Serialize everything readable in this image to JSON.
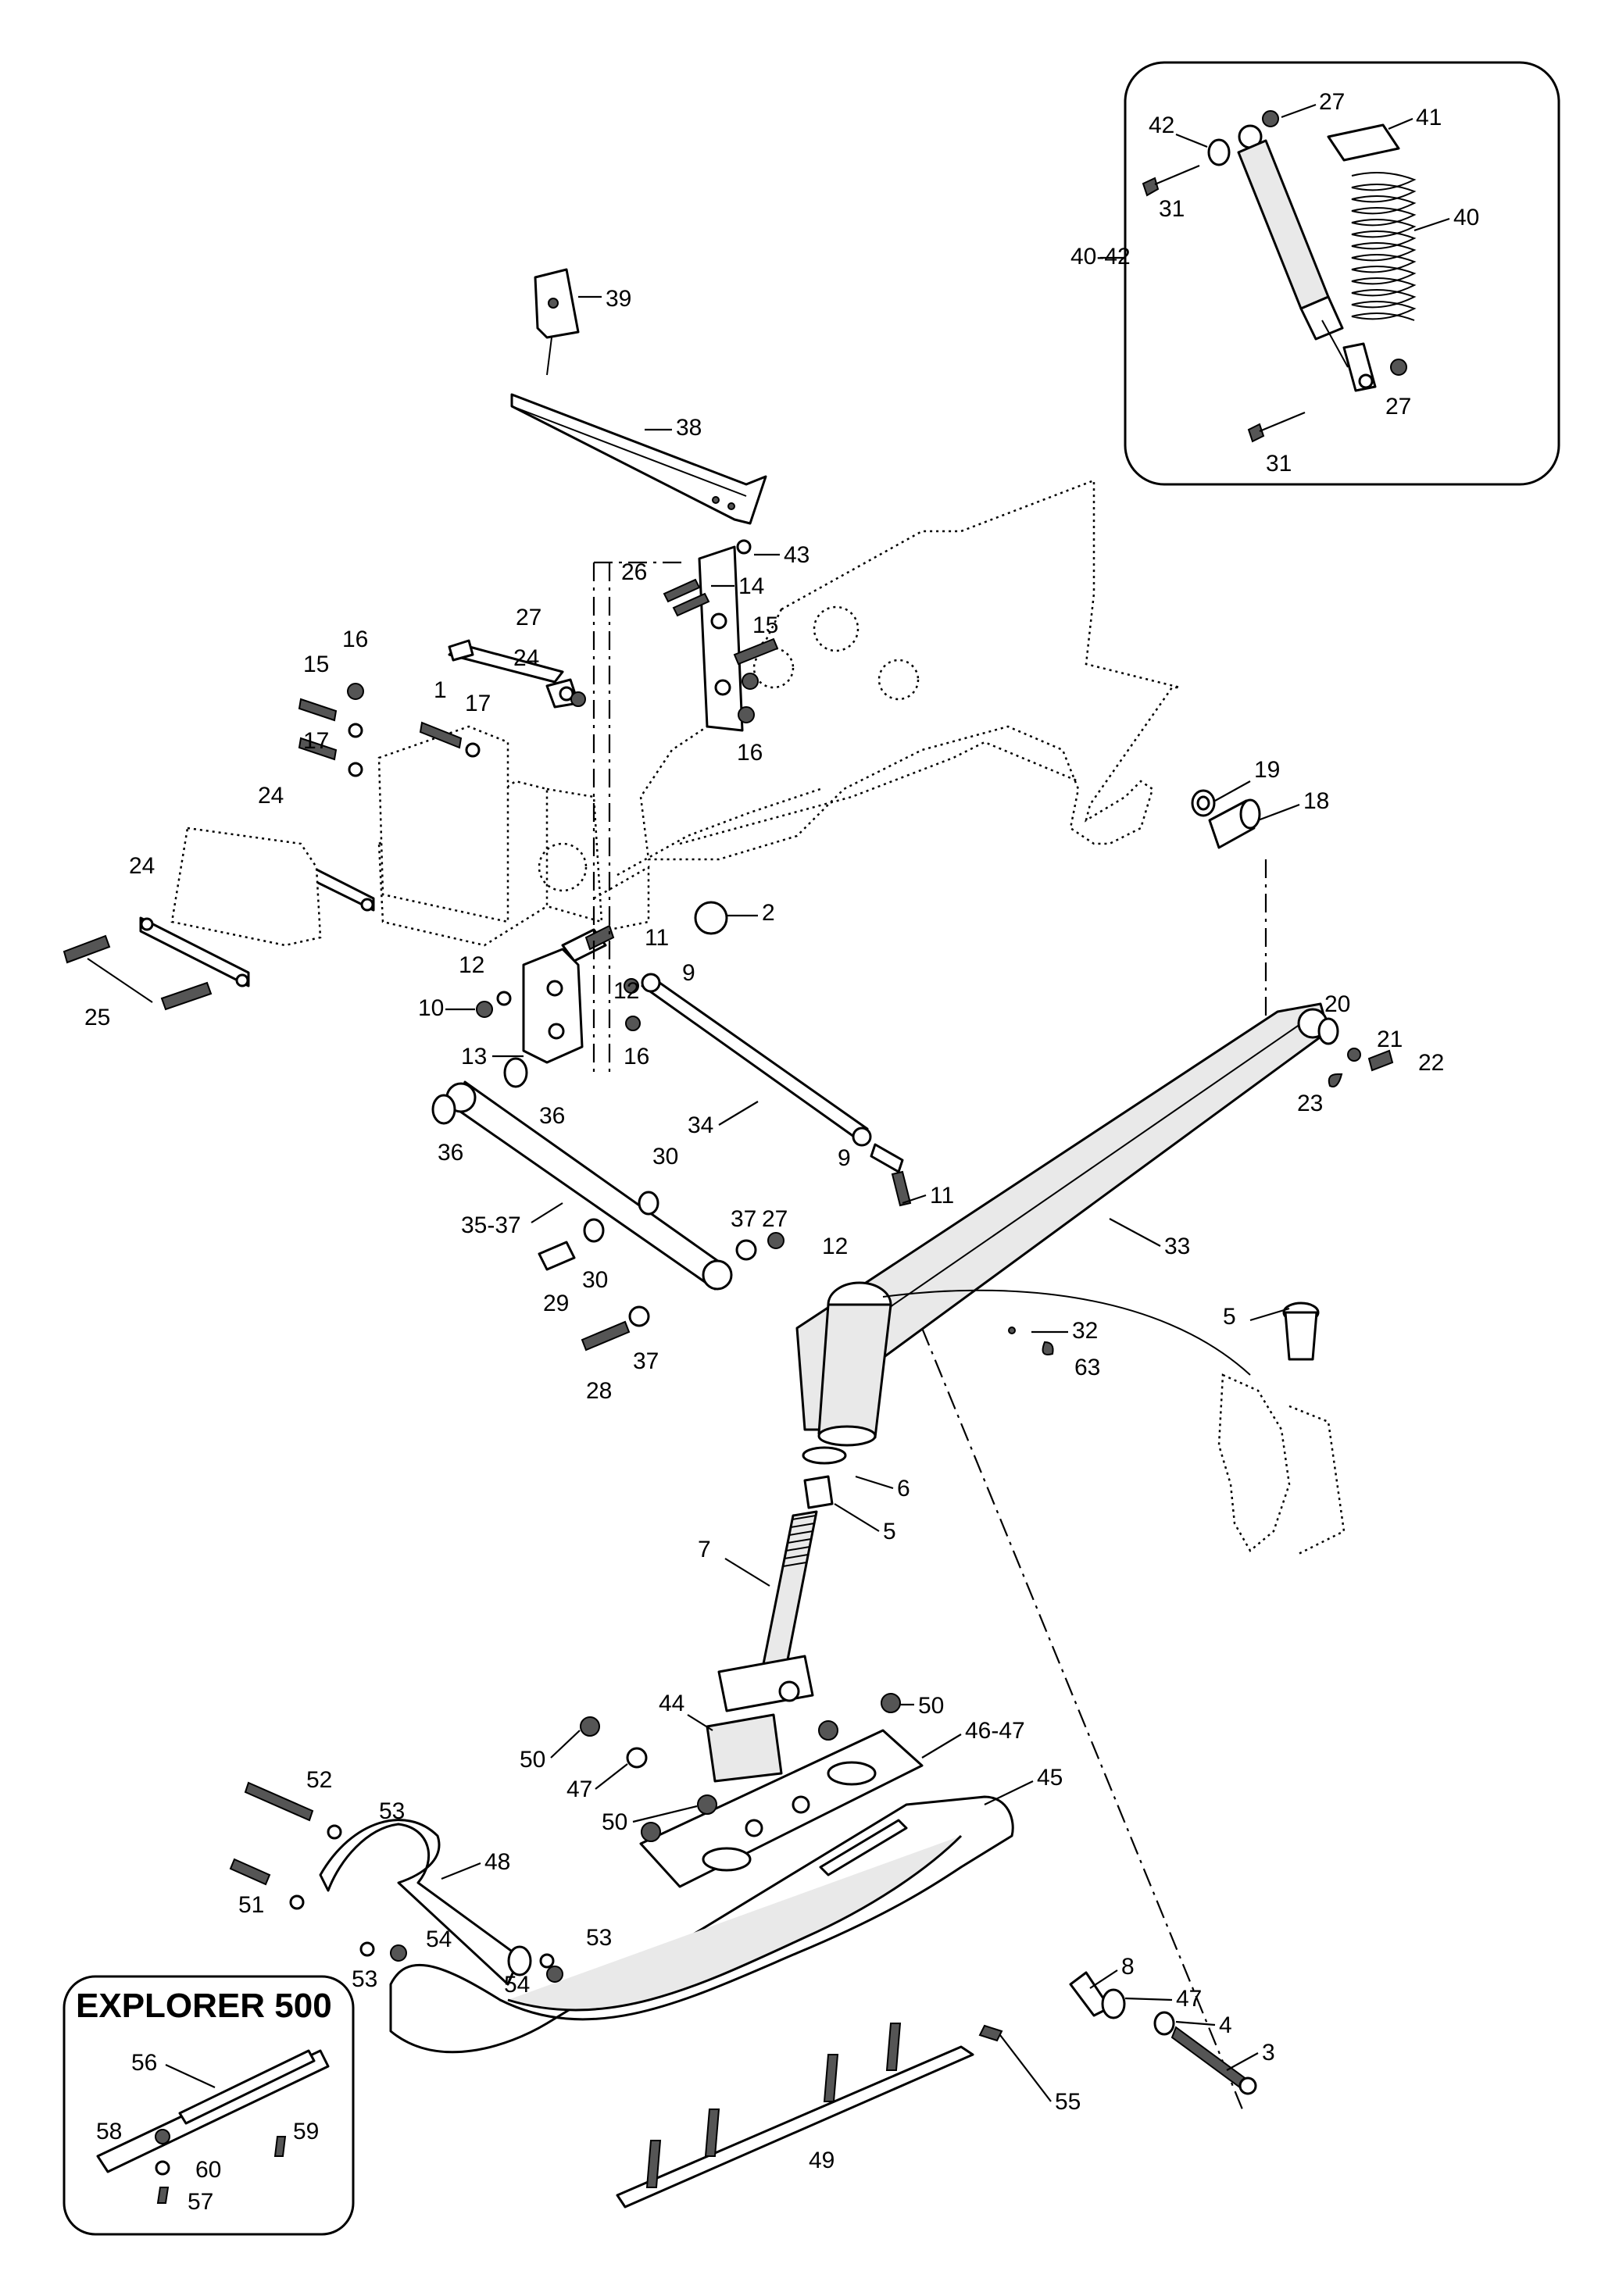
{
  "inset_title": "EXPLORER 500",
  "callouts": {
    "c1": "1",
    "c2": "2",
    "c3": "3",
    "c4": "4",
    "c5a": "5",
    "c5b": "5",
    "c6": "6",
    "c7": "7",
    "c8": "8",
    "c9a": "9",
    "c9b": "9",
    "c10": "10",
    "c11a": "11",
    "c11b": "11",
    "c12a": "12",
    "c12b": "12",
    "c12c": "12",
    "c13": "13",
    "c14": "14",
    "c15a": "15",
    "c15b": "15",
    "c16a": "16",
    "c16b": "16",
    "c16c": "16",
    "c17a": "17",
    "c17b": "17",
    "c18": "18",
    "c19": "19",
    "c20": "20",
    "c21": "21",
    "c22": "22",
    "c23": "23",
    "c24a": "24",
    "c24b": "24",
    "c24c": "24",
    "c25": "25",
    "c26": "26",
    "c27a": "27",
    "c27b": "27",
    "c27c": "27",
    "c27d": "27",
    "c28": "28",
    "c29": "29",
    "c30a": "30",
    "c30b": "30",
    "c31a": "31",
    "c31b": "31",
    "c32": "32",
    "c33": "33",
    "c34": "34",
    "c35_37": "35-37",
    "c36a": "36",
    "c36b": "36",
    "c37a": "37",
    "c37b": "37",
    "c38": "38",
    "c39": "39",
    "c40": "40",
    "c40_42": "40-42",
    "c41": "41",
    "c42": "42",
    "c43": "43",
    "c44": "44",
    "c45": "45",
    "c46_47": "46-47",
    "c47a": "47",
    "c47b": "47",
    "c48": "48",
    "c49": "49",
    "c50a": "50",
    "c50b": "50",
    "c50c": "50",
    "c51": "51",
    "c52": "52",
    "c53a": "53",
    "c53b": "53",
    "c53c": "53",
    "c54a": "54",
    "c54b": "54",
    "c55": "55",
    "c56": "56",
    "c57": "57",
    "c58": "58",
    "c59": "59",
    "c60": "60",
    "c63": "63"
  }
}
